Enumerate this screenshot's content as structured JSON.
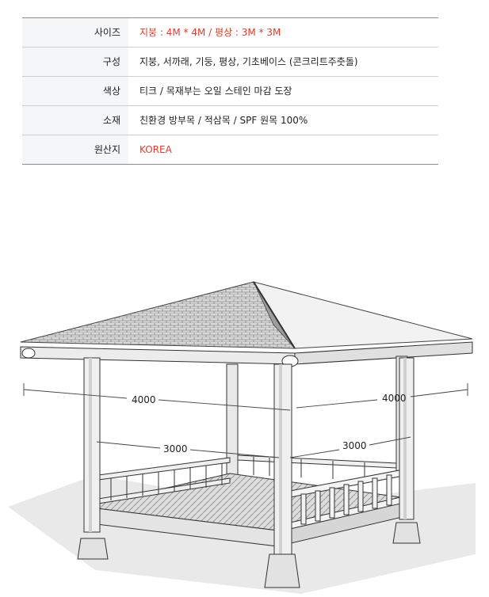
{
  "specs": [
    {
      "label": "사이즈",
      "value": "지붕 : 4M * 4M   / 평상 : 3M * 3M",
      "highlight": true
    },
    {
      "label": "구성",
      "value": "지붕, 서까래, 기둥, 평상, 기초베이스 (콘크리트주춧돌)",
      "highlight": false
    },
    {
      "label": "색상",
      "value": "티크 / 목재부는 오일 스테인 마감 도장",
      "highlight": false
    },
    {
      "label": "소재",
      "value": "친환경 방부목 / 적삼목 / SPF 원목 100%",
      "highlight": false
    },
    {
      "label": "원산지",
      "value": "KOREA",
      "highlight": true
    }
  ],
  "diagram": {
    "roof_left_dim": "4000",
    "roof_right_dim": "4000",
    "floor_left_dim": "3000",
    "floor_right_dim": "3000"
  }
}
